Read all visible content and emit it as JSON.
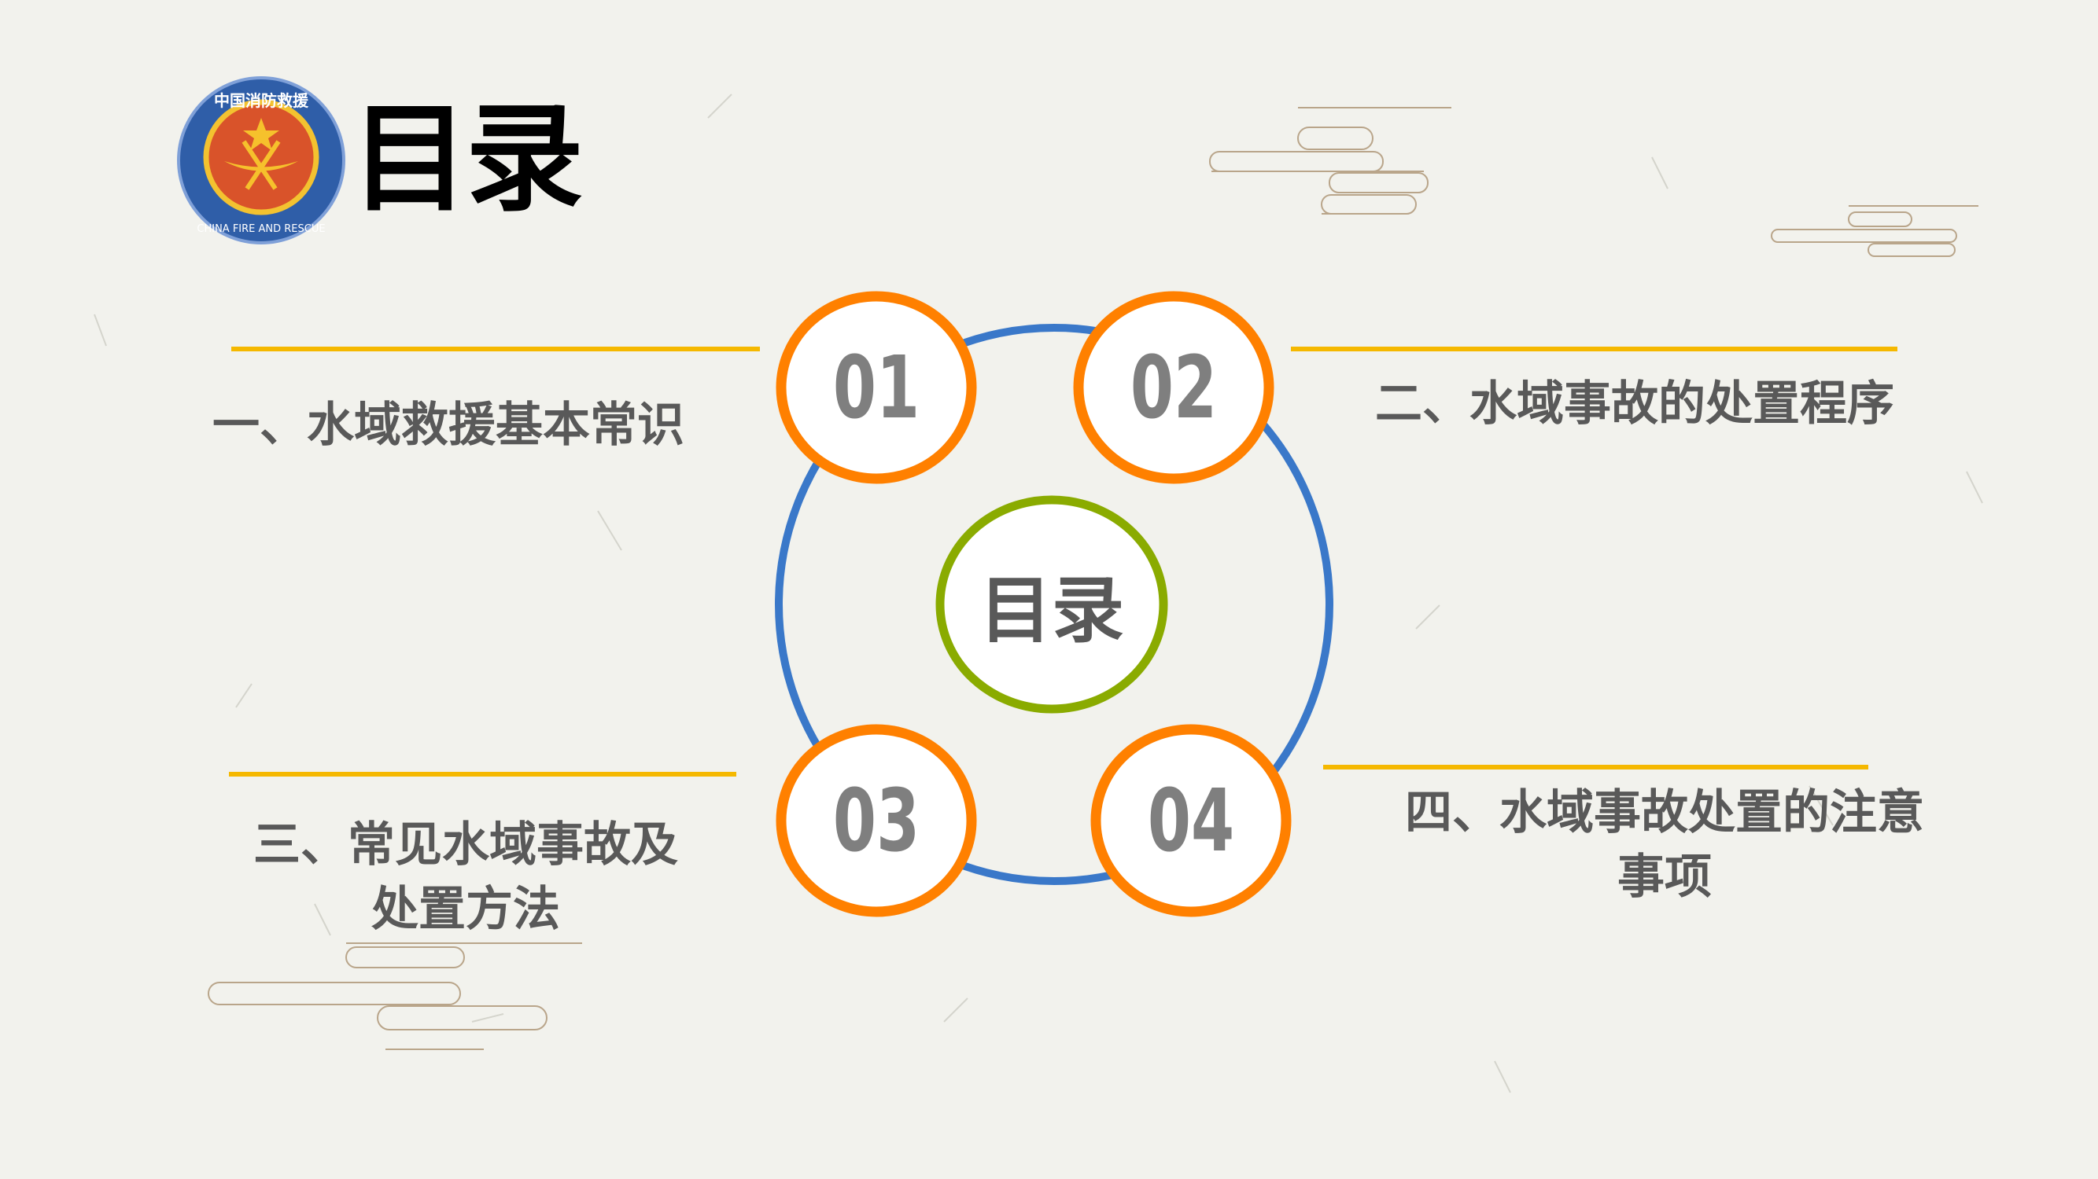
{
  "logo": {
    "text_top": "中国消防救援",
    "text_bottom": "CHINA FIRE AND RESCUE"
  },
  "title": "目录",
  "center_label": "目录",
  "items": [
    {
      "number": "01",
      "lines": [
        "一、水域救援基本常识"
      ]
    },
    {
      "number": "02",
      "lines": [
        "二、水域事故的处置程序"
      ]
    },
    {
      "number": "03",
      "lines": [
        "三、常见水域事故及",
        "处置方法"
      ]
    },
    {
      "number": "04",
      "lines": [
        "四、水域事故处置的注意",
        "事项"
      ]
    }
  ],
  "colors": {
    "ring": "#3a78c9",
    "number_ring": "#ff8000",
    "center_ring": "#8aab00",
    "accent_line": "#f5b800",
    "text": "#595959",
    "number": "#7f7f7f"
  }
}
